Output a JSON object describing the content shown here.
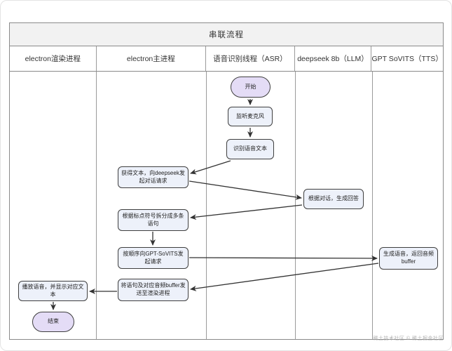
{
  "diagram": {
    "title": "串联流程",
    "lanes": [
      {
        "label": "electron渲染进程"
      },
      {
        "label": "electron主进程"
      },
      {
        "label": "语音识别线程（ASR）"
      },
      {
        "label": "deepseek 8b（LLM）"
      },
      {
        "label": "GPT SoVITS（TTS）"
      }
    ],
    "nodes": {
      "start": {
        "label": "开始",
        "shape": "stadium",
        "lane": "语音识别线程（ASR）"
      },
      "listen_mic": {
        "label": "监听麦克风",
        "shape": "rect",
        "lane": "语音识别线程（ASR）"
      },
      "recognize": {
        "label": "识别语音文本",
        "shape": "rect",
        "lane": "语音识别线程（ASR）"
      },
      "get_text": {
        "label": "获得文本，向deepseek发起对话请求",
        "shape": "rect",
        "lane": "electron主进程"
      },
      "split": {
        "label": "根据标点符号拆分成多条语句",
        "shape": "rect",
        "lane": "electron主进程"
      },
      "request_tts": {
        "label": "按顺序向GPT-SoVITS发起请求",
        "shape": "rect",
        "lane": "electron主进程"
      },
      "send_buffer": {
        "label": "将语句及对应音频buffer发送至渲染进程",
        "shape": "rect",
        "lane": "electron主进程"
      },
      "gen_answer": {
        "label": "根据对话，生成回答",
        "shape": "rect",
        "lane": "deepseek 8b（LLM）"
      },
      "gen_voice": {
        "label": "生成语音，返回音频buffer",
        "shape": "rect",
        "lane": "GPT SoVITS（TTS）"
      },
      "play": {
        "label": "播放语音，并显示对应文本",
        "shape": "rect",
        "lane": "electron渲染进程"
      },
      "end": {
        "label": "结束",
        "shape": "stadium",
        "lane": "electron渲染进程"
      }
    },
    "edges": [
      {
        "from": "start",
        "to": "listen_mic"
      },
      {
        "from": "listen_mic",
        "to": "recognize"
      },
      {
        "from": "recognize",
        "to": "get_text"
      },
      {
        "from": "get_text",
        "to": "gen_answer"
      },
      {
        "from": "gen_answer",
        "to": "split"
      },
      {
        "from": "split",
        "to": "request_tts"
      },
      {
        "from": "request_tts",
        "to": "gen_voice"
      },
      {
        "from": "gen_voice",
        "to": "send_buffer"
      },
      {
        "from": "send_buffer",
        "to": "play"
      },
      {
        "from": "play",
        "to": "end"
      }
    ],
    "colors": {
      "node_fill": "#edf1fa",
      "stadium_fill": "#e4dcf6",
      "node_border": "#3f3f3f",
      "lane_line": "#9a9a9a",
      "title_bg": "#f2f2f2",
      "arrow": "#333333"
    },
    "watermark": "稀土技术社区 © 稀土掘金社区"
  }
}
